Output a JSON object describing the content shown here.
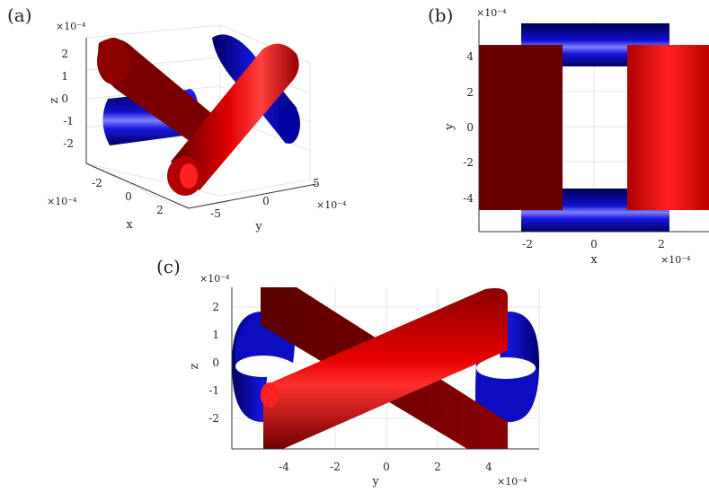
{
  "panels": {
    "a": {
      "label": "(a)",
      "exp_z": "×10⁻⁴",
      "exp_x": "×10⁻⁴",
      "exp_y": "×10⁻⁴",
      "z_ticks": [
        "2",
        "1",
        "0",
        "-1",
        "-2"
      ],
      "x_ticks": [
        "-2",
        "0",
        "2"
      ],
      "y_ticks": [
        "-5",
        "0",
        "5"
      ],
      "zlabel": "z",
      "xlabel": "x",
      "ylabel": "y"
    },
    "b": {
      "label": "(b)",
      "exp_y": "×10⁻⁴",
      "exp_x": "×10⁻⁴",
      "y_ticks": [
        "4",
        "2",
        "0",
        "-2",
        "-4"
      ],
      "x_ticks": [
        "-2",
        "0",
        "2"
      ],
      "ylabel": "y",
      "xlabel": "x"
    },
    "c": {
      "label": "(c)",
      "exp_z": "×10⁻⁴",
      "exp_y": "×10⁻⁴",
      "z_ticks": [
        "2",
        "1",
        "0",
        "-1",
        "-2"
      ],
      "y_ticks": [
        "-4",
        "-2",
        "0",
        "2",
        "4"
      ],
      "zlabel": "z",
      "ylabel": "y"
    }
  },
  "colors": {
    "red": "#e00000",
    "dark_red": "#7a0000",
    "blue": "#1010e0",
    "dark_blue": "#000060"
  }
}
